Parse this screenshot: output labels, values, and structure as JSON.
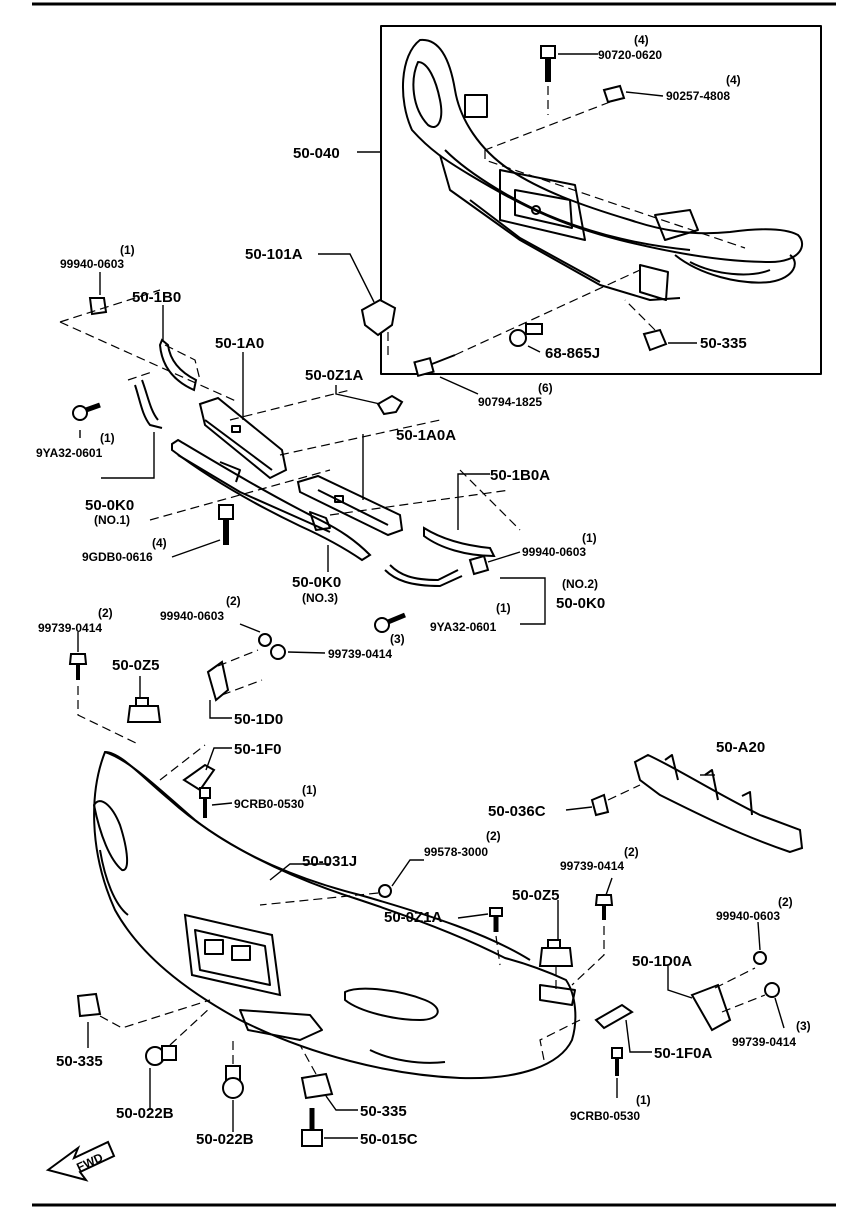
{
  "labels": {
    "p50_040": "50-040",
    "p90720_qty": "(4)",
    "p90720": "90720-0620",
    "p90257_qty": "(4)",
    "p90257": "90257-4808",
    "p50_101A": "50-101A",
    "p99940a_qty": "(1)",
    "p99940a": "99940-0603",
    "p50_1B0": "50-1B0",
    "p50_1A0": "50-1A0",
    "p50_0Z1A_top": "50-0Z1A",
    "p68_865J": "68-865J",
    "p50_335_top": "50-335",
    "p90794_qty": "(6)",
    "p90794": "90794-1825",
    "p9YA32a_qty": "(1)",
    "p9YA32a": "9YA32-0601",
    "p50_1A0A": "50-1A0A",
    "p50_0K0_1": "50-0K0",
    "p50_0K0_1_no": "(NO.1)",
    "p50_1B0A": "50-1B0A",
    "p9GDB0_qty": "(4)",
    "p9GDB0": "9GDB0-0616",
    "p50_0K0_3": "50-0K0",
    "p50_0K0_3_no": "(NO.3)",
    "p99940b_qty": "(1)",
    "p99940b": "99940-0603",
    "p50_0K0_2_no": "(NO.2)",
    "p50_0K0_2": "50-0K0",
    "p99739a_qty": "(2)",
    "p99739a": "99739-0414",
    "p99940c_qty": "(2)",
    "p99940c": "99940-0603",
    "p9YA32b_qty": "(1)",
    "p9YA32b": "9YA32-0601",
    "p99739b_qty": "(3)",
    "p99739b": "99739-0414",
    "p50_0Z5_left": "50-0Z5",
    "p50_1D0": "50-1D0",
    "p50_1F0": "50-1F0",
    "p9CRB0a_qty": "(1)",
    "p9CRB0a": "9CRB0-0530",
    "p50_A20": "50-A20",
    "p50_036C": "50-036C",
    "p50_031J": "50-031J",
    "p99578_qty": "(2)",
    "p99578": "99578-3000",
    "p99739c_qty": "(2)",
    "p99739c": "99739-0414",
    "p50_0Z5_right": "50-0Z5",
    "p50_0Z1A_bot": "50-0Z1A",
    "p99940d_qty": "(2)",
    "p99940d": "99940-0603",
    "p50_1D0A": "50-1D0A",
    "p99739d_qty": "(3)",
    "p99739d": "99739-0414",
    "p50_335_left": "50-335",
    "p50_022B_a": "50-022B",
    "p50_022B_b": "50-022B",
    "p50_335_bot": "50-335",
    "p50_015C": "50-015C",
    "p50_1F0A": "50-1F0A",
    "p9CRB0b_qty": "(1)",
    "p9CRB0b": "9CRB0-0530",
    "fwd": "FWD"
  }
}
